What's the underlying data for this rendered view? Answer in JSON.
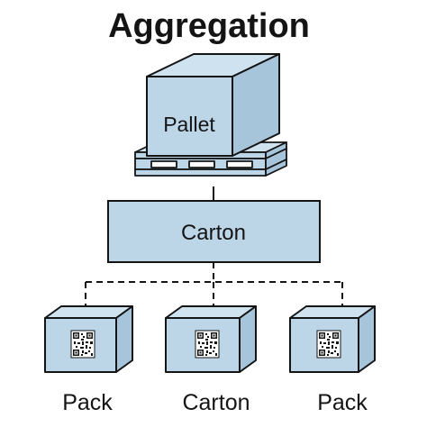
{
  "title": "Aggregation",
  "pallet": {
    "label": "Pallet"
  },
  "carton": {
    "label": "Carton"
  },
  "children": [
    {
      "label": "Pack"
    },
    {
      "label": "Carton"
    },
    {
      "label": "Pack"
    }
  ],
  "colors": {
    "fill": "#bcd6e8",
    "fill_side": "#a6c4da",
    "fill_top": "#cfe2ef",
    "stroke": "#141414",
    "background": "#ffffff"
  },
  "icons": {
    "child_box_mark": "qr-code-icon"
  }
}
